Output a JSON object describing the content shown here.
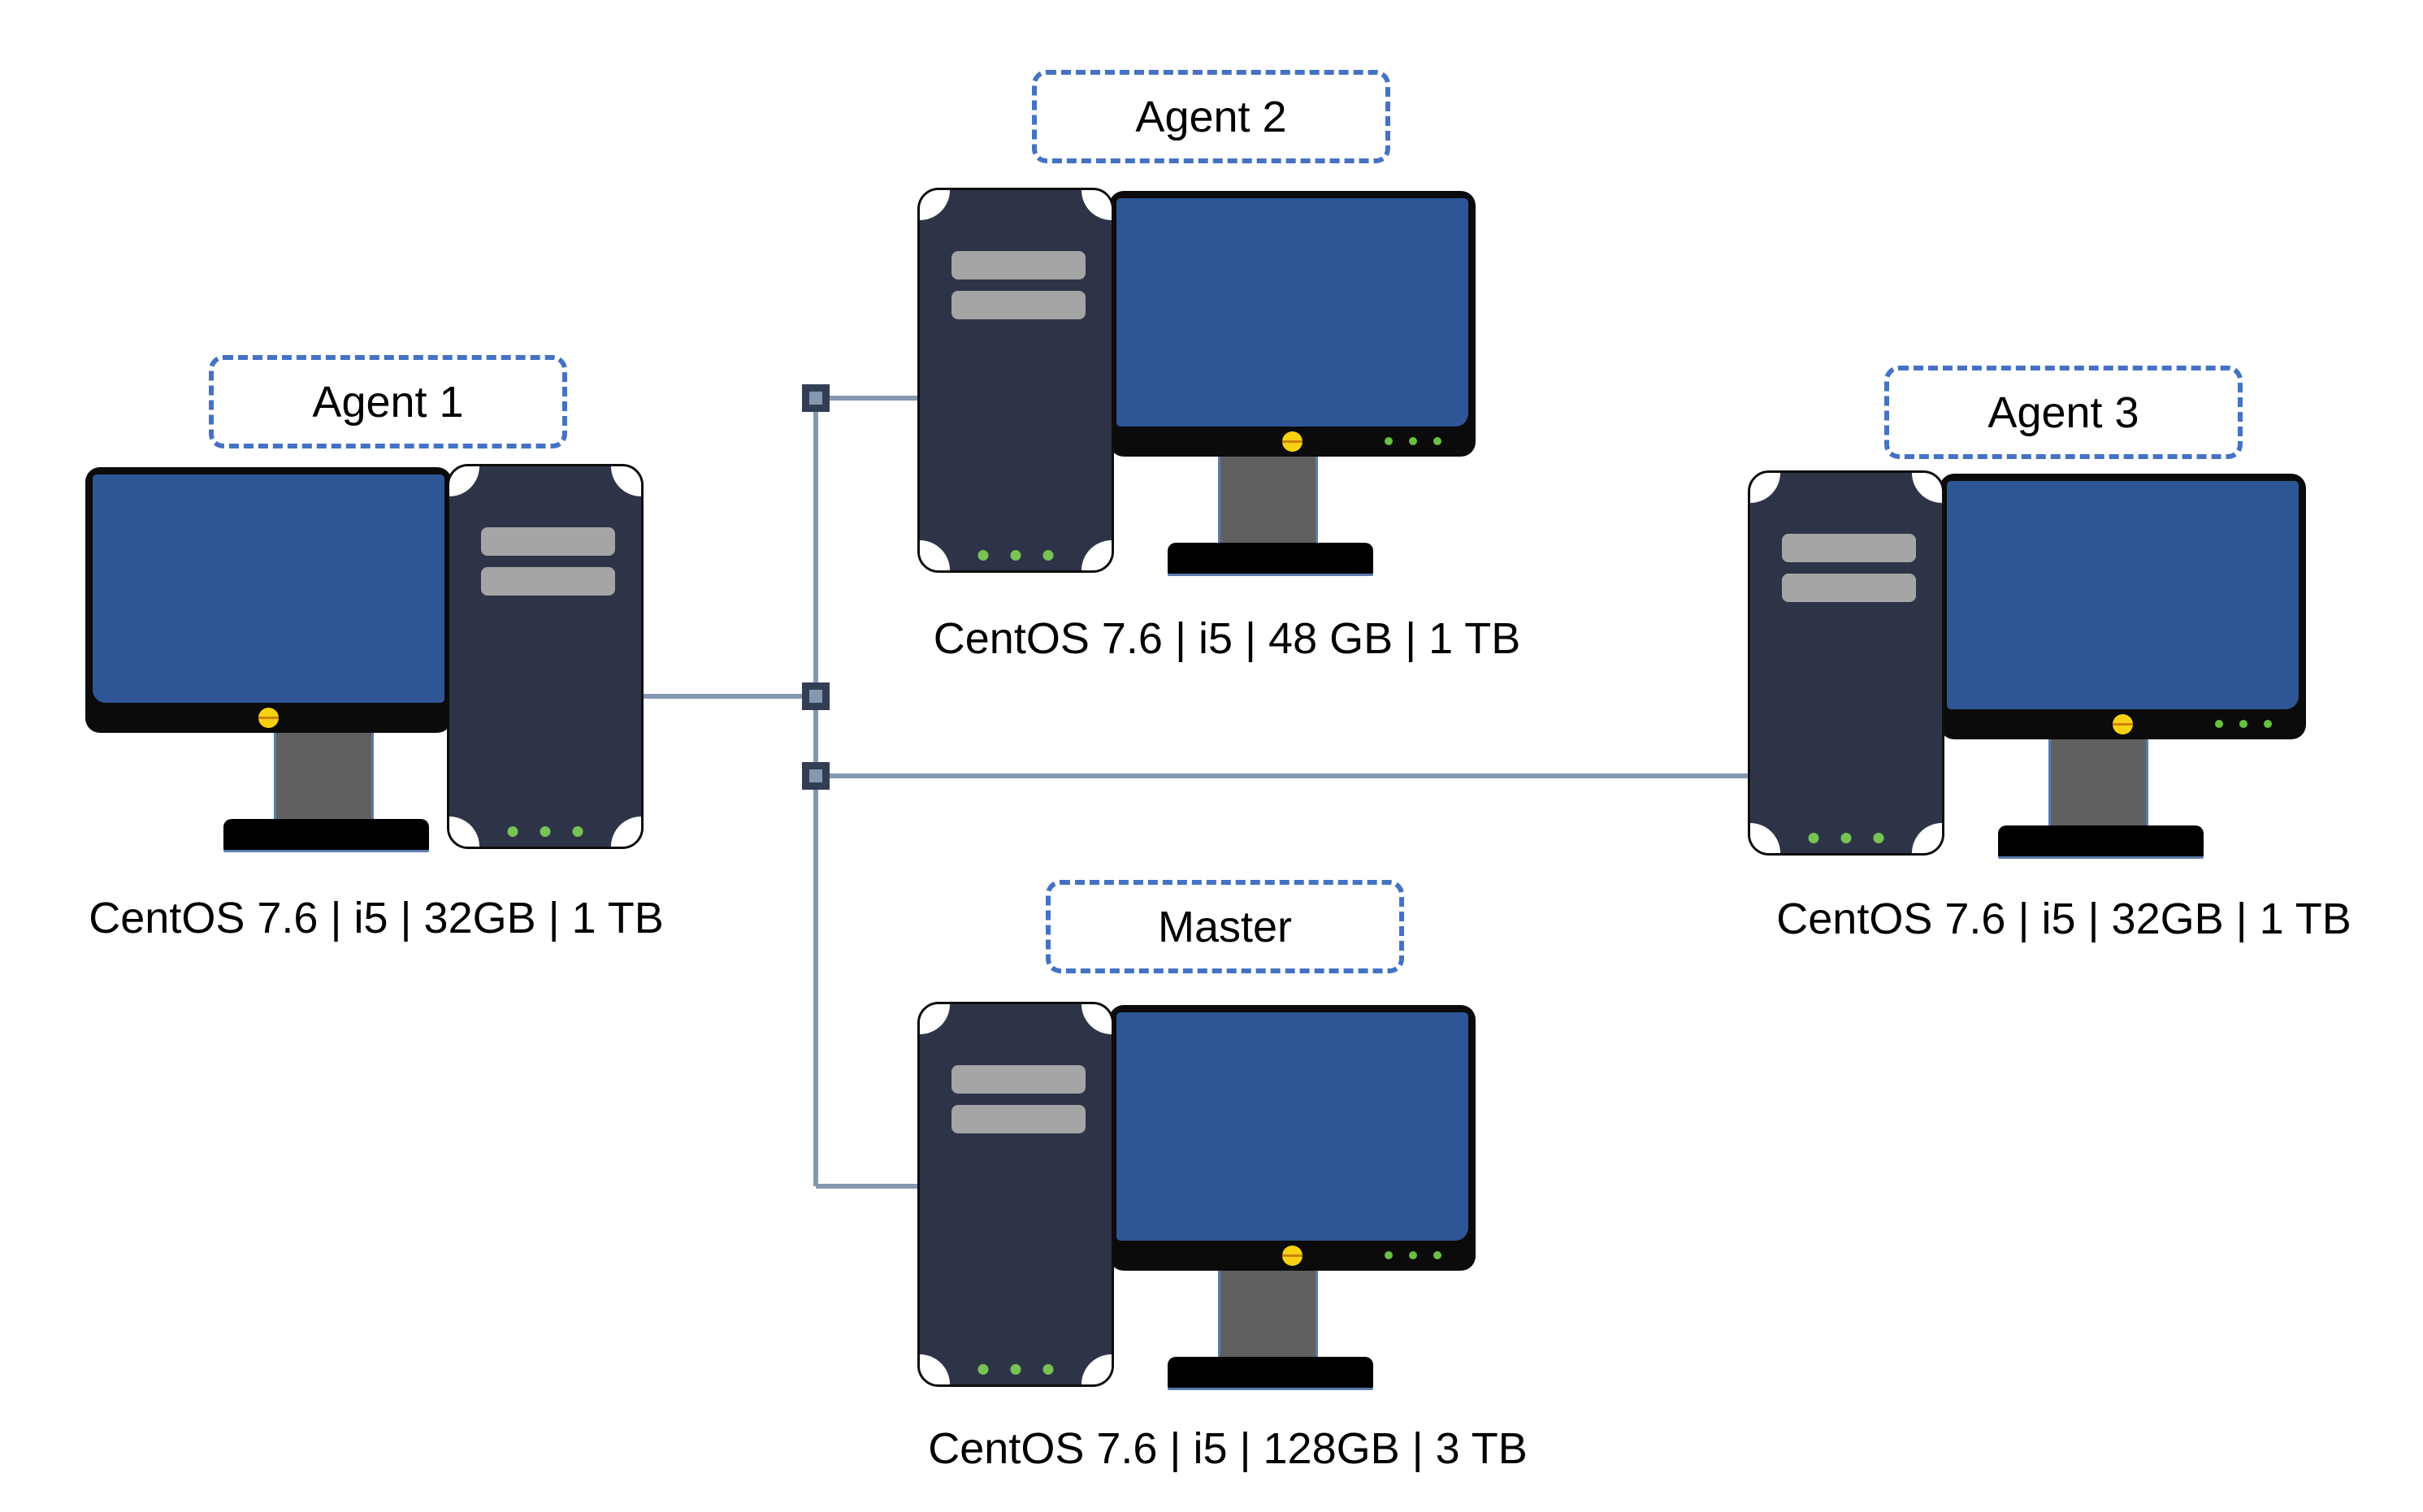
{
  "colors": {
    "background": "#FFFFFF",
    "accent": "#4472C4",
    "text": "#000000",
    "line": "#8498B1",
    "connector_fill": "#333E54",
    "connector_inner": "#8498B1",
    "tower": "#2E3448",
    "tower_outline": "#0D0D0D",
    "bay": "#A5A5A5",
    "tower_dot": "#77C353",
    "monitor_frame": "#0B0B0B",
    "screen": "#2E5697",
    "stand": "#606060",
    "stand_edge": "#5B7BAE",
    "base": "#000000",
    "power": "#F8D210",
    "bezel_dot": "#66C23F"
  },
  "nodes": [
    {
      "id": "agent-1",
      "label": "Agent 1",
      "specs": "CentOS 7.6 | i5 | 32GB | 1 TB"
    },
    {
      "id": "agent-2",
      "label": "Agent 2",
      "specs": "CentOS 7.6 | i5 | 48 GB | 1 TB"
    },
    {
      "id": "agent-3",
      "label": "Agent 3",
      "specs": "CentOS 7.6 | i5 | 32GB | 1 TB"
    },
    {
      "id": "master",
      "label": "Master",
      "specs": "CentOS 7.6 | i5 | 128GB | 3 TB"
    }
  ]
}
